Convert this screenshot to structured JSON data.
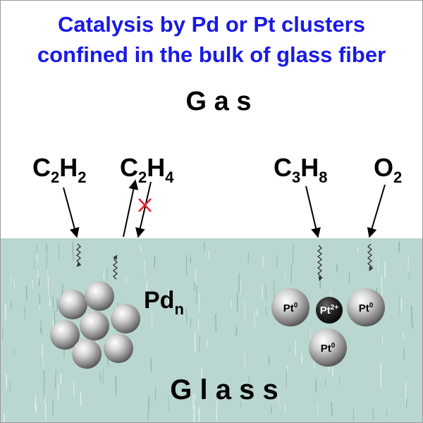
{
  "title": {
    "line1": "Catalysis by Pd or Pt clusters",
    "line2": "confined in the bulk of glass fiber"
  },
  "phases": {
    "gas": "G a s",
    "glass": "G l a s s"
  },
  "molecules": {
    "c2h2": {
      "el1": "C",
      "sub1": "2",
      "el2": "H",
      "sub2": "2"
    },
    "c2h4": {
      "el1": "C",
      "sub1": "2",
      "el2": "H",
      "sub2": "4"
    },
    "c3h8": {
      "el1": "C",
      "sub1": "3",
      "el2": "H",
      "sub2": "8"
    },
    "o2": {
      "el1": "O",
      "sub1": "2"
    }
  },
  "cluster_pd": {
    "label": "Pd",
    "sub": "n"
  },
  "cluster_pt": {
    "p1": {
      "label": "Pt",
      "sup": "0"
    },
    "p2": {
      "label": "Pt",
      "sup": "2+"
    },
    "p3": {
      "label": "Pt",
      "sup": "0"
    },
    "p4": {
      "label": "Pt",
      "sup": "0"
    }
  },
  "colors": {
    "title": "#1a1ae6",
    "glass": "#b7d5cf",
    "blocked_mark": "#e8202a"
  }
}
